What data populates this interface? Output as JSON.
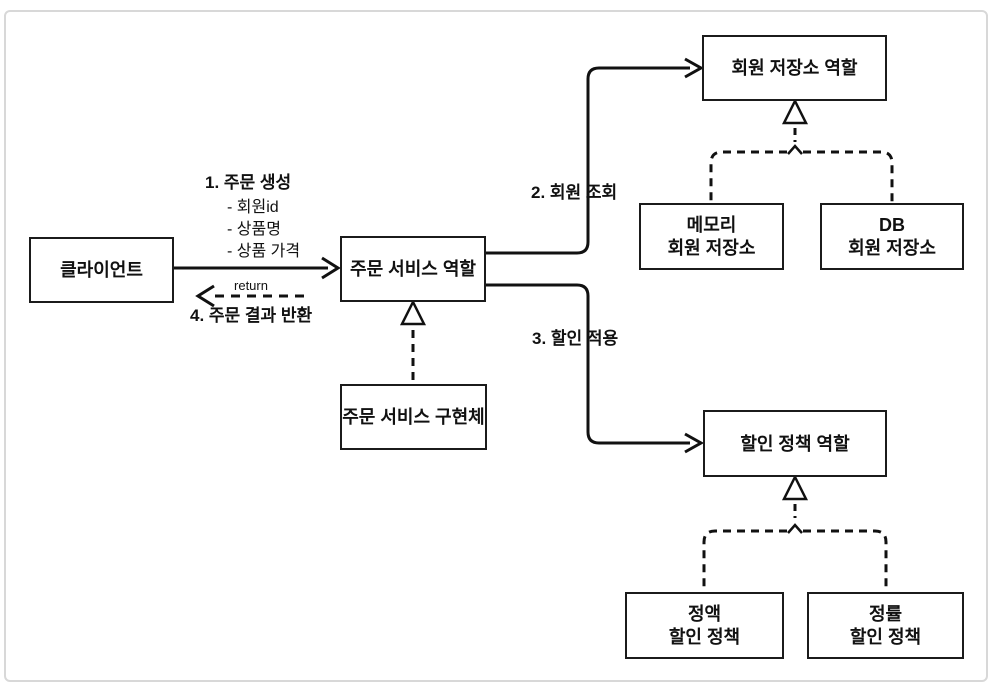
{
  "diagram": {
    "nodes": {
      "client": {
        "label": "클라이언트"
      },
      "order_service_role": {
        "label": "주문 서비스 역할"
      },
      "order_service_impl": {
        "label": "주문 서비스 구현체"
      },
      "member_repo_role": {
        "label": "회원 저장소 역할"
      },
      "memory_member_repo": {
        "line1": "메모리",
        "line2": "회원 저장소"
      },
      "db_member_repo": {
        "line1": "DB",
        "line2": "회원 저장소"
      },
      "discount_policy_role": {
        "label": "할인 정책 역할"
      },
      "fixed_discount_policy": {
        "line1": "정액",
        "line2": "할인 정책"
      },
      "rate_discount_policy": {
        "line1": "정률",
        "line2": "할인 정책"
      }
    },
    "labels": {
      "step1_title": "1. 주문 생성",
      "step1_params": {
        "member_id": "- 회원id",
        "product_name": "- 상품명",
        "product_price": "- 상품 가격"
      },
      "return_text": "return",
      "step4": "4. 주문 결과 반환",
      "step2": "2. 회원 조회",
      "step3": "3. 할인 적용"
    },
    "colors": {
      "line": "#111111",
      "box_border": "#1b1b1b",
      "frame_border": "#d8d8d8",
      "background": "#ffffff"
    }
  }
}
